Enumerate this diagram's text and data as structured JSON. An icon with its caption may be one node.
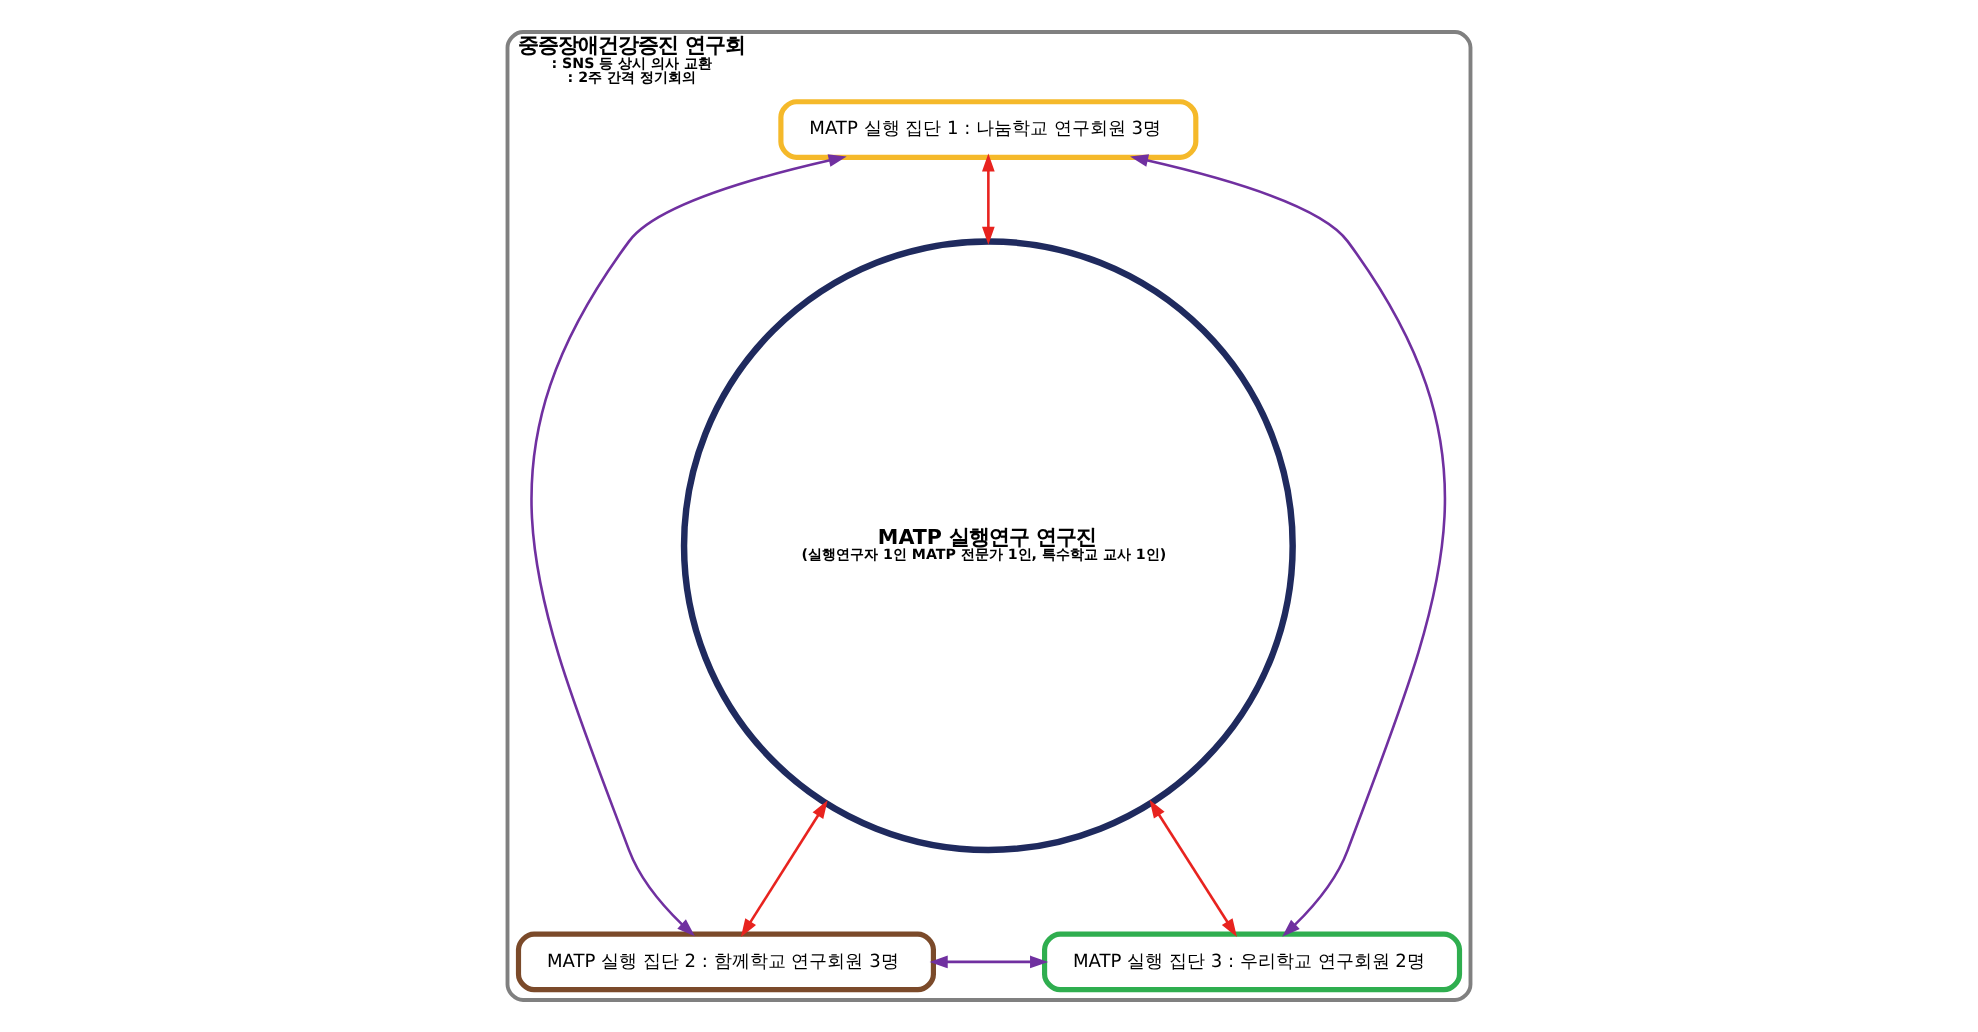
{
  "diagram": {
    "nodes": [
      {
        "text": [
          "중증장애건강증진 연구회",
          ": SNS 등 상시 의사 교환",
          ": 2주 간격 정기회의"
        ]
      },
      {
        "text": [
          "MATP 실행 집단 1 : 나눔학교 연구회원 3명"
        ],
        "in": 0
      },
      {
        "text": [
          "MATP 실행연구 연구진",
          "(실행연구자 1인 MATP 전문가 1인, 특수학교 교사 1인)"
        ],
        "in": 0
      },
      {
        "text": [
          "MATP 실행 집단 2 : 함께학교 연구회원 3명"
        ],
        "in": 0
      },
      {
        "text": [
          "MATP 실행 집단 3 : 우리학교 연구회원 2명"
        ],
        "in": 0
      }
    ],
    "edges": [
      {
        "from": 1,
        "to": 2,
        "arrow": "both",
        "color": "#e8231f"
      },
      {
        "from": 2,
        "to": 3,
        "arrow": "both",
        "color": "#e8231f"
      },
      {
        "from": 2,
        "to": 4,
        "arrow": "both",
        "color": "#e8231f"
      },
      {
        "from": 1,
        "to": 3,
        "arrow": "both",
        "color": "#7030a0"
      },
      {
        "from": 1,
        "to": 4,
        "arrow": "both",
        "color": "#7030a0"
      },
      {
        "from": 3,
        "to": 4,
        "arrow": "both",
        "color": "#7030a0"
      }
    ]
  }
}
